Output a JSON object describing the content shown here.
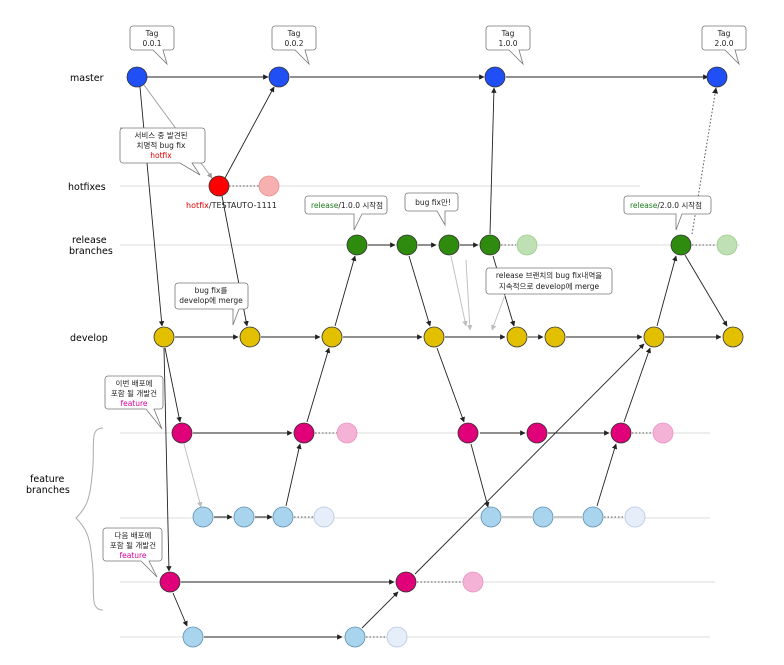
{
  "lanes": {
    "master": "master",
    "hotfixes": "hotfixes",
    "release_line1": "release",
    "release_line2": "branches",
    "develop": "develop",
    "feature_line1": "feature",
    "feature_line2": "branches"
  },
  "tags": [
    {
      "line1": "Tag",
      "line2": "0.0.1"
    },
    {
      "line1": "Tag",
      "line2": "0.0.2"
    },
    {
      "line1": "Tag",
      "line2": "1.0.0"
    },
    {
      "line1": "Tag",
      "line2": "2.0.0"
    }
  ],
  "callouts": {
    "hotfix_note": {
      "line1": "서비스 중 발견된",
      "line2": "치명적 bug fix",
      "keyword": "hotfix"
    },
    "hotfix_branch": {
      "keyword": "hotfix",
      "rest": "/TESTAUTO-1111"
    },
    "bugfix_merge": {
      "line1": "bug fix를",
      "line2": "develop에 merge"
    },
    "release_100": {
      "keyword": "release",
      "rest": "/1.0.0 시작점"
    },
    "bugfix_only": {
      "line1": "bug fix만!"
    },
    "release_merge": {
      "line1": "release 브랜치의 bug fix내역을",
      "line2": "지속적으로 develop에 merge"
    },
    "release_200": {
      "keyword": "release",
      "rest": "/2.0.0 시작점"
    },
    "feature_next": {
      "line1": "이번 배포에",
      "line2": "포함 될 개발건",
      "keyword": "feature"
    },
    "feature_later": {
      "line1": "다음 배포에",
      "line2": "포함 될 개발건",
      "keyword": "feature"
    }
  },
  "colors": {
    "master": "#1f4ff5",
    "hotfix": "#ff0000",
    "release": "#2e8b0e",
    "develop": "#e2c000",
    "feature_magenta": "#e0007a",
    "feature_blue": "#a9d4ee",
    "keyword_red": "#e00000",
    "keyword_green": "#1f7a1f",
    "keyword_magenta": "#d4009a"
  }
}
